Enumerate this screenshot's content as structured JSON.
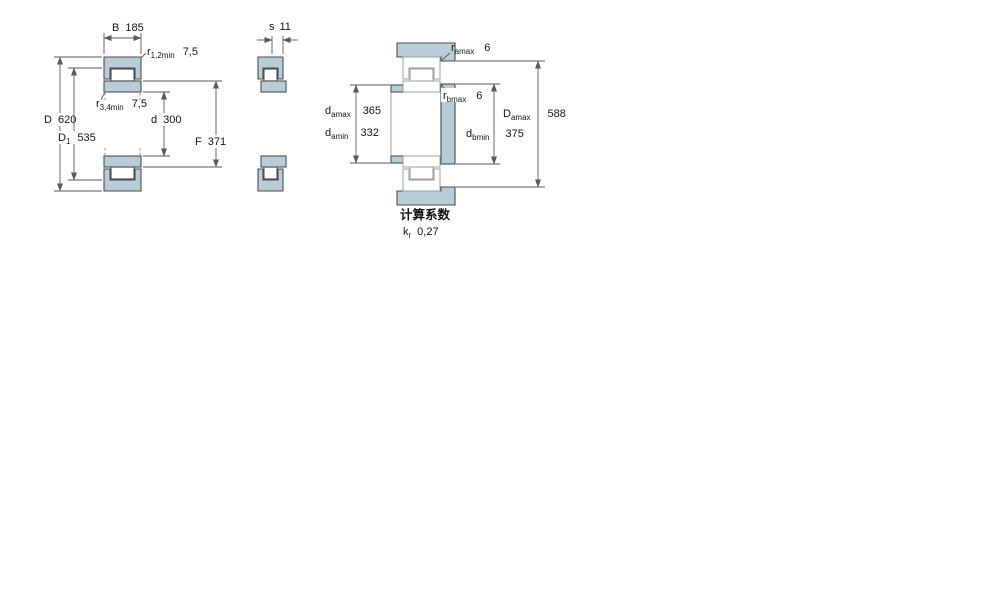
{
  "drawing": {
    "palette": {
      "steel_fill": "#b9cdd9",
      "outline": "#4d4d4d",
      "reference_outline": "#98a2a8",
      "dimension_line": "#5a5a5a",
      "text": "#141414",
      "background": "#ffffff"
    },
    "cross_section": {
      "B": {
        "sym": "B",
        "value": "185"
      },
      "r12": {
        "sym": "r",
        "sub": "1,2min",
        "value": "7,5"
      },
      "r34": {
        "sym": "r",
        "sub": "3,4min",
        "value": "7,5"
      },
      "D": {
        "sym": "D",
        "value": "620"
      },
      "D1": {
        "sym": "D",
        "sub": "1",
        "value": "535"
      },
      "d": {
        "sym": "d",
        "value": "300"
      },
      "F": {
        "sym": "F",
        "value": "371"
      }
    },
    "displacement_view": {
      "s": {
        "sym": "s",
        "value": "11"
      }
    },
    "abutment_view": {
      "ra_max": {
        "sym": "r",
        "sub": "amax",
        "value": "6"
      },
      "rb_max": {
        "sym": "r",
        "sub": "bmax",
        "value": "6"
      },
      "da_max": {
        "sym": "d",
        "sub": "amax",
        "value": "365"
      },
      "da_min": {
        "sym": "d",
        "sub": "amin",
        "value": "332"
      },
      "db_min": {
        "sym": "d",
        "sub": "bmin",
        "value": "375"
      },
      "Da_max": {
        "sym": "D",
        "sub": "amax",
        "value": "588"
      }
    },
    "calculation_factors": {
      "heading": "计算系数",
      "kr": {
        "sym": "k",
        "sub": "r",
        "value": "0,27"
      }
    }
  }
}
